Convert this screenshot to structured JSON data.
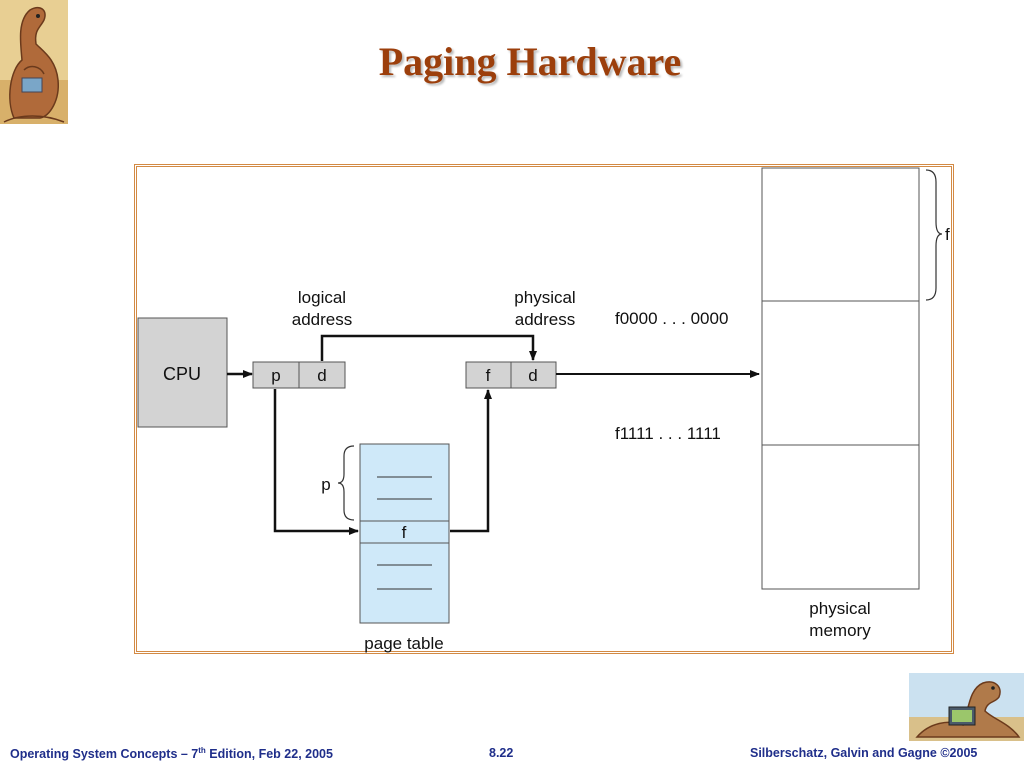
{
  "title": "Paging Hardware",
  "diagram": {
    "cpu_label": "CPU",
    "logical_address_lines": [
      "logical",
      "address"
    ],
    "physical_address_lines": [
      "physical",
      "address"
    ],
    "logical_fields": [
      "p",
      "d"
    ],
    "physical_fields": [
      "f",
      "d"
    ],
    "page_table_p": "p",
    "page_table_entry": "f",
    "page_table_label": "page table",
    "frame_start": "f0000 . . . 0000",
    "frame_end": "f1111 . . . 1111",
    "frame_brace_label": "f",
    "physical_memory_lines": [
      "physical",
      "memory"
    ]
  },
  "footer": {
    "left_prefix": "Operating System Concepts – 7",
    "left_sup": "th",
    "left_suffix": " Edition, Feb 22, 2005",
    "page_number": "8.22",
    "right": "Silberschatz, Galvin and Gagne ©2005"
  },
  "colors": {
    "title": "#9c3f0c",
    "frame_border": "#d38a44",
    "page_table_fill": "#cfe9f9",
    "cpu_fill": "#d3d3d3",
    "footer_text": "#1f2e8a"
  }
}
